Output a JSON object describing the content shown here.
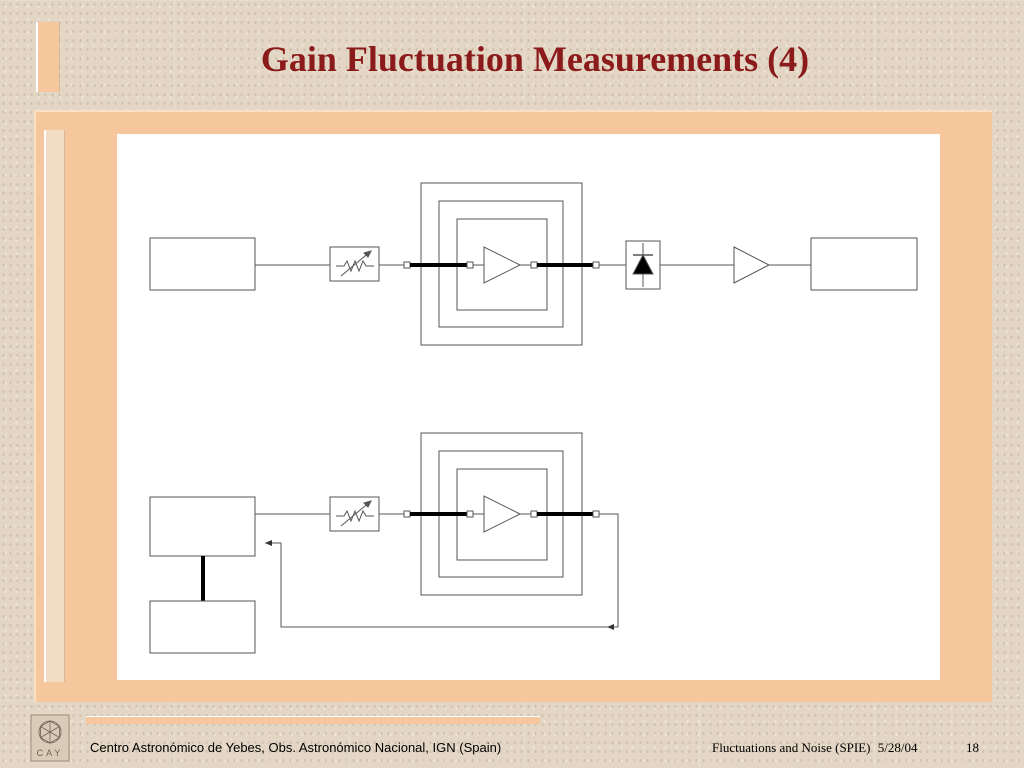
{
  "slide": {
    "title": "Gain Fluctuation Measurements (4)",
    "footer_left": "Centro Astronómico de Yebes, Obs. Astronómico Nacional, IGN (Spain)",
    "footer_conference": "Fluctuations and Noise (SPIE)",
    "footer_date": "5/28/04",
    "page_number": "18",
    "logo_text": "CAY"
  },
  "colors": {
    "title": "#8b1a1a",
    "frame": "#f6c79c",
    "background": "#e3d6c4",
    "line": "#555555"
  },
  "diagram": {
    "top_chain": [
      "source-block",
      "variable-attenuator",
      "shielded-amplifier",
      "diode-detector",
      "output-amplifier",
      "output-block"
    ],
    "bottom_chain": [
      "source-block",
      "variable-attenuator",
      "shielded-amplifier",
      "feedback-loop",
      "lower-block"
    ]
  }
}
